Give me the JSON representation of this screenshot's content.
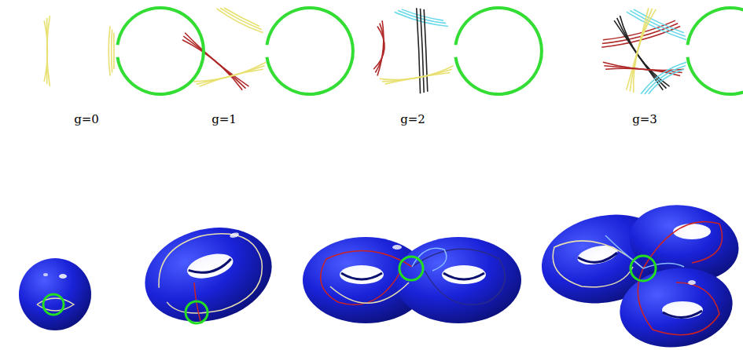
{
  "diagram": {
    "labels": [
      "g=0",
      "g=1",
      "g=2",
      "g=3"
    ]
  }
}
